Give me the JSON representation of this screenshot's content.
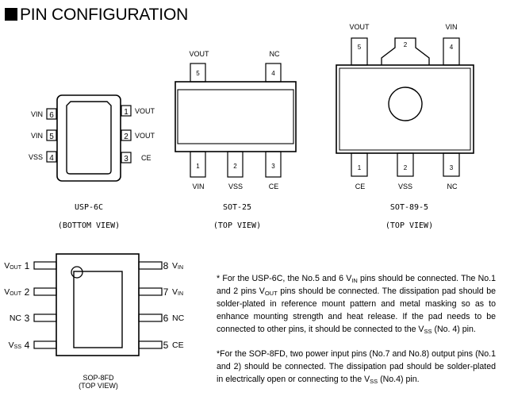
{
  "title": "PIN CONFIGURATION",
  "packages": {
    "usp6c": {
      "name": "USP-6C",
      "view": "(BOTTOM VIEW)",
      "left": [
        {
          "label": "VIN",
          "num": "6"
        },
        {
          "label": "VIN",
          "num": "5"
        },
        {
          "label": "VSS",
          "num": "4"
        }
      ],
      "right": [
        {
          "num": "1",
          "label": "VOUT"
        },
        {
          "num": "2",
          "label": "VOUT"
        },
        {
          "num": "3",
          "label": "CE"
        }
      ]
    },
    "sot25": {
      "name": "SOT-25",
      "view": "(TOP VIEW)",
      "top": [
        {
          "label": "VOUT",
          "num": "5"
        },
        {
          "label": "NC",
          "num": "4"
        }
      ],
      "bottom": [
        {
          "num": "1",
          "label": "VIN"
        },
        {
          "num": "2",
          "label": "VSS"
        },
        {
          "num": "3",
          "label": "CE"
        }
      ]
    },
    "sot895": {
      "name": "SOT-89-5",
      "view": "(TOP VIEW)",
      "top": [
        {
          "label": "VOUT",
          "num": "5"
        },
        {
          "label": "",
          "num": "2"
        },
        {
          "label": "VIN",
          "num": "4"
        }
      ],
      "bottom": [
        {
          "num": "1",
          "label": "CE"
        },
        {
          "num": "2",
          "label": "VSS"
        },
        {
          "num": "3",
          "label": "NC"
        }
      ]
    },
    "sop8fd": {
      "name": "SOP-8FD",
      "view": "(TOP VIEW)",
      "left": [
        {
          "main": "V",
          "sub": "OUT",
          "num": "1"
        },
        {
          "main": "V",
          "sub": "OUT",
          "num": "2"
        },
        {
          "main": "NC",
          "sub": "",
          "num": "3"
        },
        {
          "main": "V",
          "sub": "SS",
          "num": "4"
        }
      ],
      "right": [
        {
          "num": "8",
          "main": "V",
          "sub": "IN"
        },
        {
          "num": "7",
          "main": "V",
          "sub": "IN"
        },
        {
          "num": "6",
          "main": "NC",
          "sub": ""
        },
        {
          "num": "5",
          "main": "CE",
          "sub": ""
        }
      ]
    }
  },
  "notes": {
    "usp": {
      "p1": "* For the USP-6C, the No.5 and 6 V",
      "s1": "IN",
      "p2": " pins should be connected. The No.1 and 2 pins V",
      "s2": "OUT",
      "p3": " pins should be connected. The dissipation pad should be solder-plated in reference mount pattern and metal masking so as to enhance mounting strength and heat release.  If the pad needs to be connected to other pins, it should be connected to the V",
      "s3": "SS",
      "p4": " (No. 4) pin."
    },
    "sop": {
      "p1": "*For the SOP-8FD, two power input pins (No.7 and No.8) output pins (No.1 and 2) should be connected. The dissipation pad should be solder-plated in electrically open or connecting to the V",
      "s1": "SS",
      "p2": " (No.4) pin."
    }
  }
}
